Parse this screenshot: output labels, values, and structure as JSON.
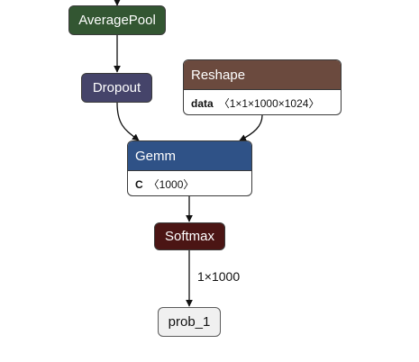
{
  "nodes": {
    "average_pool": {
      "label": "AveragePool"
    },
    "dropout": {
      "label": "Dropout"
    },
    "reshape": {
      "label": "Reshape",
      "attr_name": "data",
      "attr_value": "〈1×1×1000×1024〉"
    },
    "gemm": {
      "label": "Gemm",
      "attr_name": "C",
      "attr_value": "〈1000〉"
    },
    "softmax": {
      "label": "Softmax"
    },
    "output": {
      "label": "prob_1"
    }
  },
  "edges": {
    "softmax_to_output_shape": "1×1000"
  },
  "colors": {
    "average_pool": "#335632",
    "dropout": "#45446a",
    "reshape": "#6b4a3e",
    "gemm": "#2f5287",
    "softmax": "#4b1514",
    "output": "#f0f0f0"
  }
}
